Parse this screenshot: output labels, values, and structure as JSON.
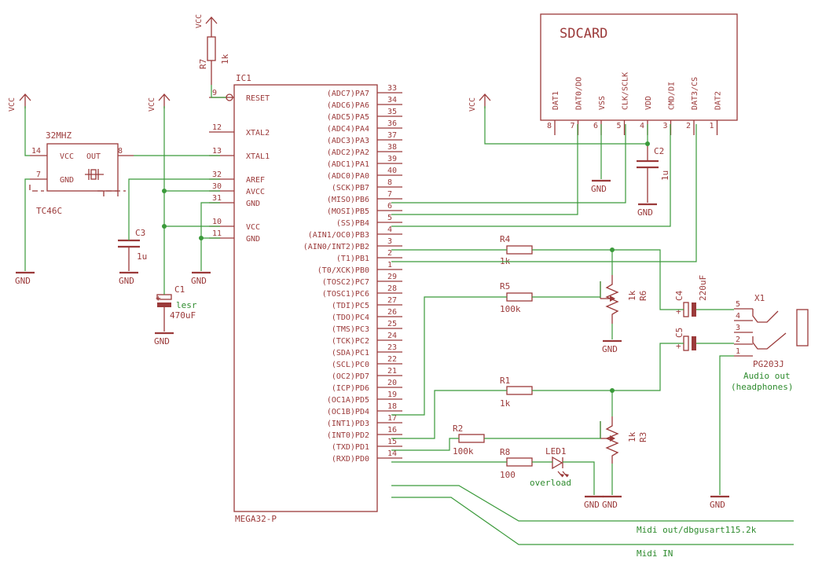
{
  "ic1": {
    "name": "IC1",
    "value": "MEGA32-P",
    "left_pins": [
      {
        "num": "9",
        "label": "RESET"
      },
      {
        "num": "12",
        "label": "XTAL2"
      },
      {
        "num": "13",
        "label": "XTAL1"
      },
      {
        "num": "32",
        "label": "AREF"
      },
      {
        "num": "30",
        "label": "AVCC"
      },
      {
        "num": "31",
        "label": "GND"
      },
      {
        "num": "10",
        "label": "VCC"
      },
      {
        "num": "11",
        "label": "GND"
      }
    ],
    "right_pins": [
      {
        "num": "33",
        "label": "(ADC7)PA7"
      },
      {
        "num": "34",
        "label": "(ADC6)PA6"
      },
      {
        "num": "35",
        "label": "(ADC5)PA5"
      },
      {
        "num": "36",
        "label": "(ADC4)PA4"
      },
      {
        "num": "37",
        "label": "(ADC3)PA3"
      },
      {
        "num": "38",
        "label": "(ADC2)PA2"
      },
      {
        "num": "39",
        "label": "(ADC1)PA1"
      },
      {
        "num": "40",
        "label": "(ADC0)PA0"
      },
      {
        "num": "8",
        "label": "(SCK)PB7"
      },
      {
        "num": "7",
        "label": "(MISO)PB6"
      },
      {
        "num": "6",
        "label": "(MOSI)PB5"
      },
      {
        "num": "5",
        "label": "(SS)PB4"
      },
      {
        "num": "4",
        "label": "(AIN1/OC0)PB3"
      },
      {
        "num": "3",
        "label": "(AIN0/INT2)PB2"
      },
      {
        "num": "2",
        "label": "(T1)PB1"
      },
      {
        "num": "1",
        "label": "(T0/XCK)PB0"
      },
      {
        "num": "29",
        "label": "(TOSC2)PC7"
      },
      {
        "num": "28",
        "label": "(TOSC1)PC6"
      },
      {
        "num": "27",
        "label": "(TDI)PC5"
      },
      {
        "num": "26",
        "label": "(TDO)PC4"
      },
      {
        "num": "25",
        "label": "(TMS)PC3"
      },
      {
        "num": "24",
        "label": "(TCK)PC2"
      },
      {
        "num": "23",
        "label": "(SDA)PC1"
      },
      {
        "num": "22",
        "label": "(SCL)PC0"
      },
      {
        "num": "21",
        "label": "(OC2)PD7"
      },
      {
        "num": "20",
        "label": "(ICP)PD6"
      },
      {
        "num": "19",
        "label": "(OC1A)PD5"
      },
      {
        "num": "18",
        "label": "(OC1B)PD4"
      },
      {
        "num": "17",
        "label": "(INT1)PD3"
      },
      {
        "num": "16",
        "label": "(INT0)PD2"
      },
      {
        "num": "15",
        "label": "(TXD)PD1"
      },
      {
        "num": "14",
        "label": "(RXD)PD0"
      }
    ]
  },
  "sdcard": {
    "title": "SDCARD",
    "pins": [
      {
        "num": "8",
        "label": "DAT1"
      },
      {
        "num": "7",
        "label": "DAT0/DO"
      },
      {
        "num": "6",
        "label": "VSS"
      },
      {
        "num": "5",
        "label": "CLK/SCLK"
      },
      {
        "num": "4",
        "label": "VDD"
      },
      {
        "num": "3",
        "label": "CMD/DI"
      },
      {
        "num": "2",
        "label": "DAT3/CS"
      },
      {
        "num": "1",
        "label": "DAT2"
      }
    ]
  },
  "oscillator": {
    "name": "TC46C",
    "freq": "32MHZ",
    "vcc_label": "VCC",
    "out_label": "OUT",
    "gnd_label": "GND",
    "pin_vcc": "14",
    "pin_gnd": "7",
    "pin_out": "8"
  },
  "components": {
    "r1": {
      "name": "R1",
      "value": "1k"
    },
    "r2": {
      "name": "R2",
      "value": "100k"
    },
    "r3": {
      "name": "R3",
      "value": "1k"
    },
    "r4": {
      "name": "R4",
      "value": "1k"
    },
    "r5": {
      "name": "R5",
      "value": "100k"
    },
    "r6": {
      "name": "R6",
      "value": "1k"
    },
    "r7": {
      "name": "R7",
      "value": "1k"
    },
    "r8": {
      "name": "R8",
      "value": "100"
    },
    "c1": {
      "name": "C1",
      "value": "470uF",
      "note": "lesr"
    },
    "c2": {
      "name": "C2",
      "value": "1u"
    },
    "c3": {
      "name": "C3",
      "value": "1u"
    },
    "c4": {
      "name": "C4",
      "value": "220uF"
    },
    "c5": {
      "name": "C5"
    },
    "led1": {
      "name": "LED1",
      "note": "overload"
    },
    "jack": {
      "name": "X1",
      "part": "PG203J",
      "desc1": "Audio out",
      "desc2": "(headphones)",
      "pins": [
        "5",
        "4",
        "3",
        "2",
        "1"
      ]
    }
  },
  "power": {
    "vcc": "VCC",
    "gnd": "GND"
  },
  "nets": {
    "midi_out": "Midi out/dbgusart115.2k",
    "midi_in": "Midi IN"
  }
}
